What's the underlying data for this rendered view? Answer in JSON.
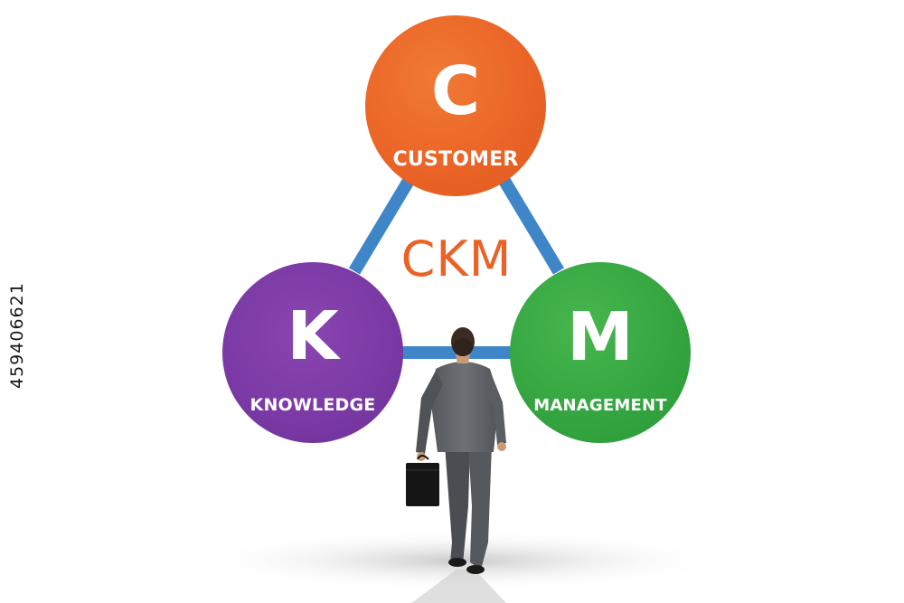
{
  "diagram": {
    "center_label": "CKM",
    "nodes": [
      {
        "letter": "C",
        "word": "CUSTOMER",
        "color": "#ea6326"
      },
      {
        "letter": "K",
        "word": "KNOWLEDGE",
        "color": "#7b3aa5"
      },
      {
        "letter": "M",
        "word": "MANAGEMENT",
        "color": "#33a43f"
      }
    ],
    "connector_color": "#3f86c8"
  },
  "stock_id": "459406621",
  "illustration": "businessman-with-briefcase"
}
